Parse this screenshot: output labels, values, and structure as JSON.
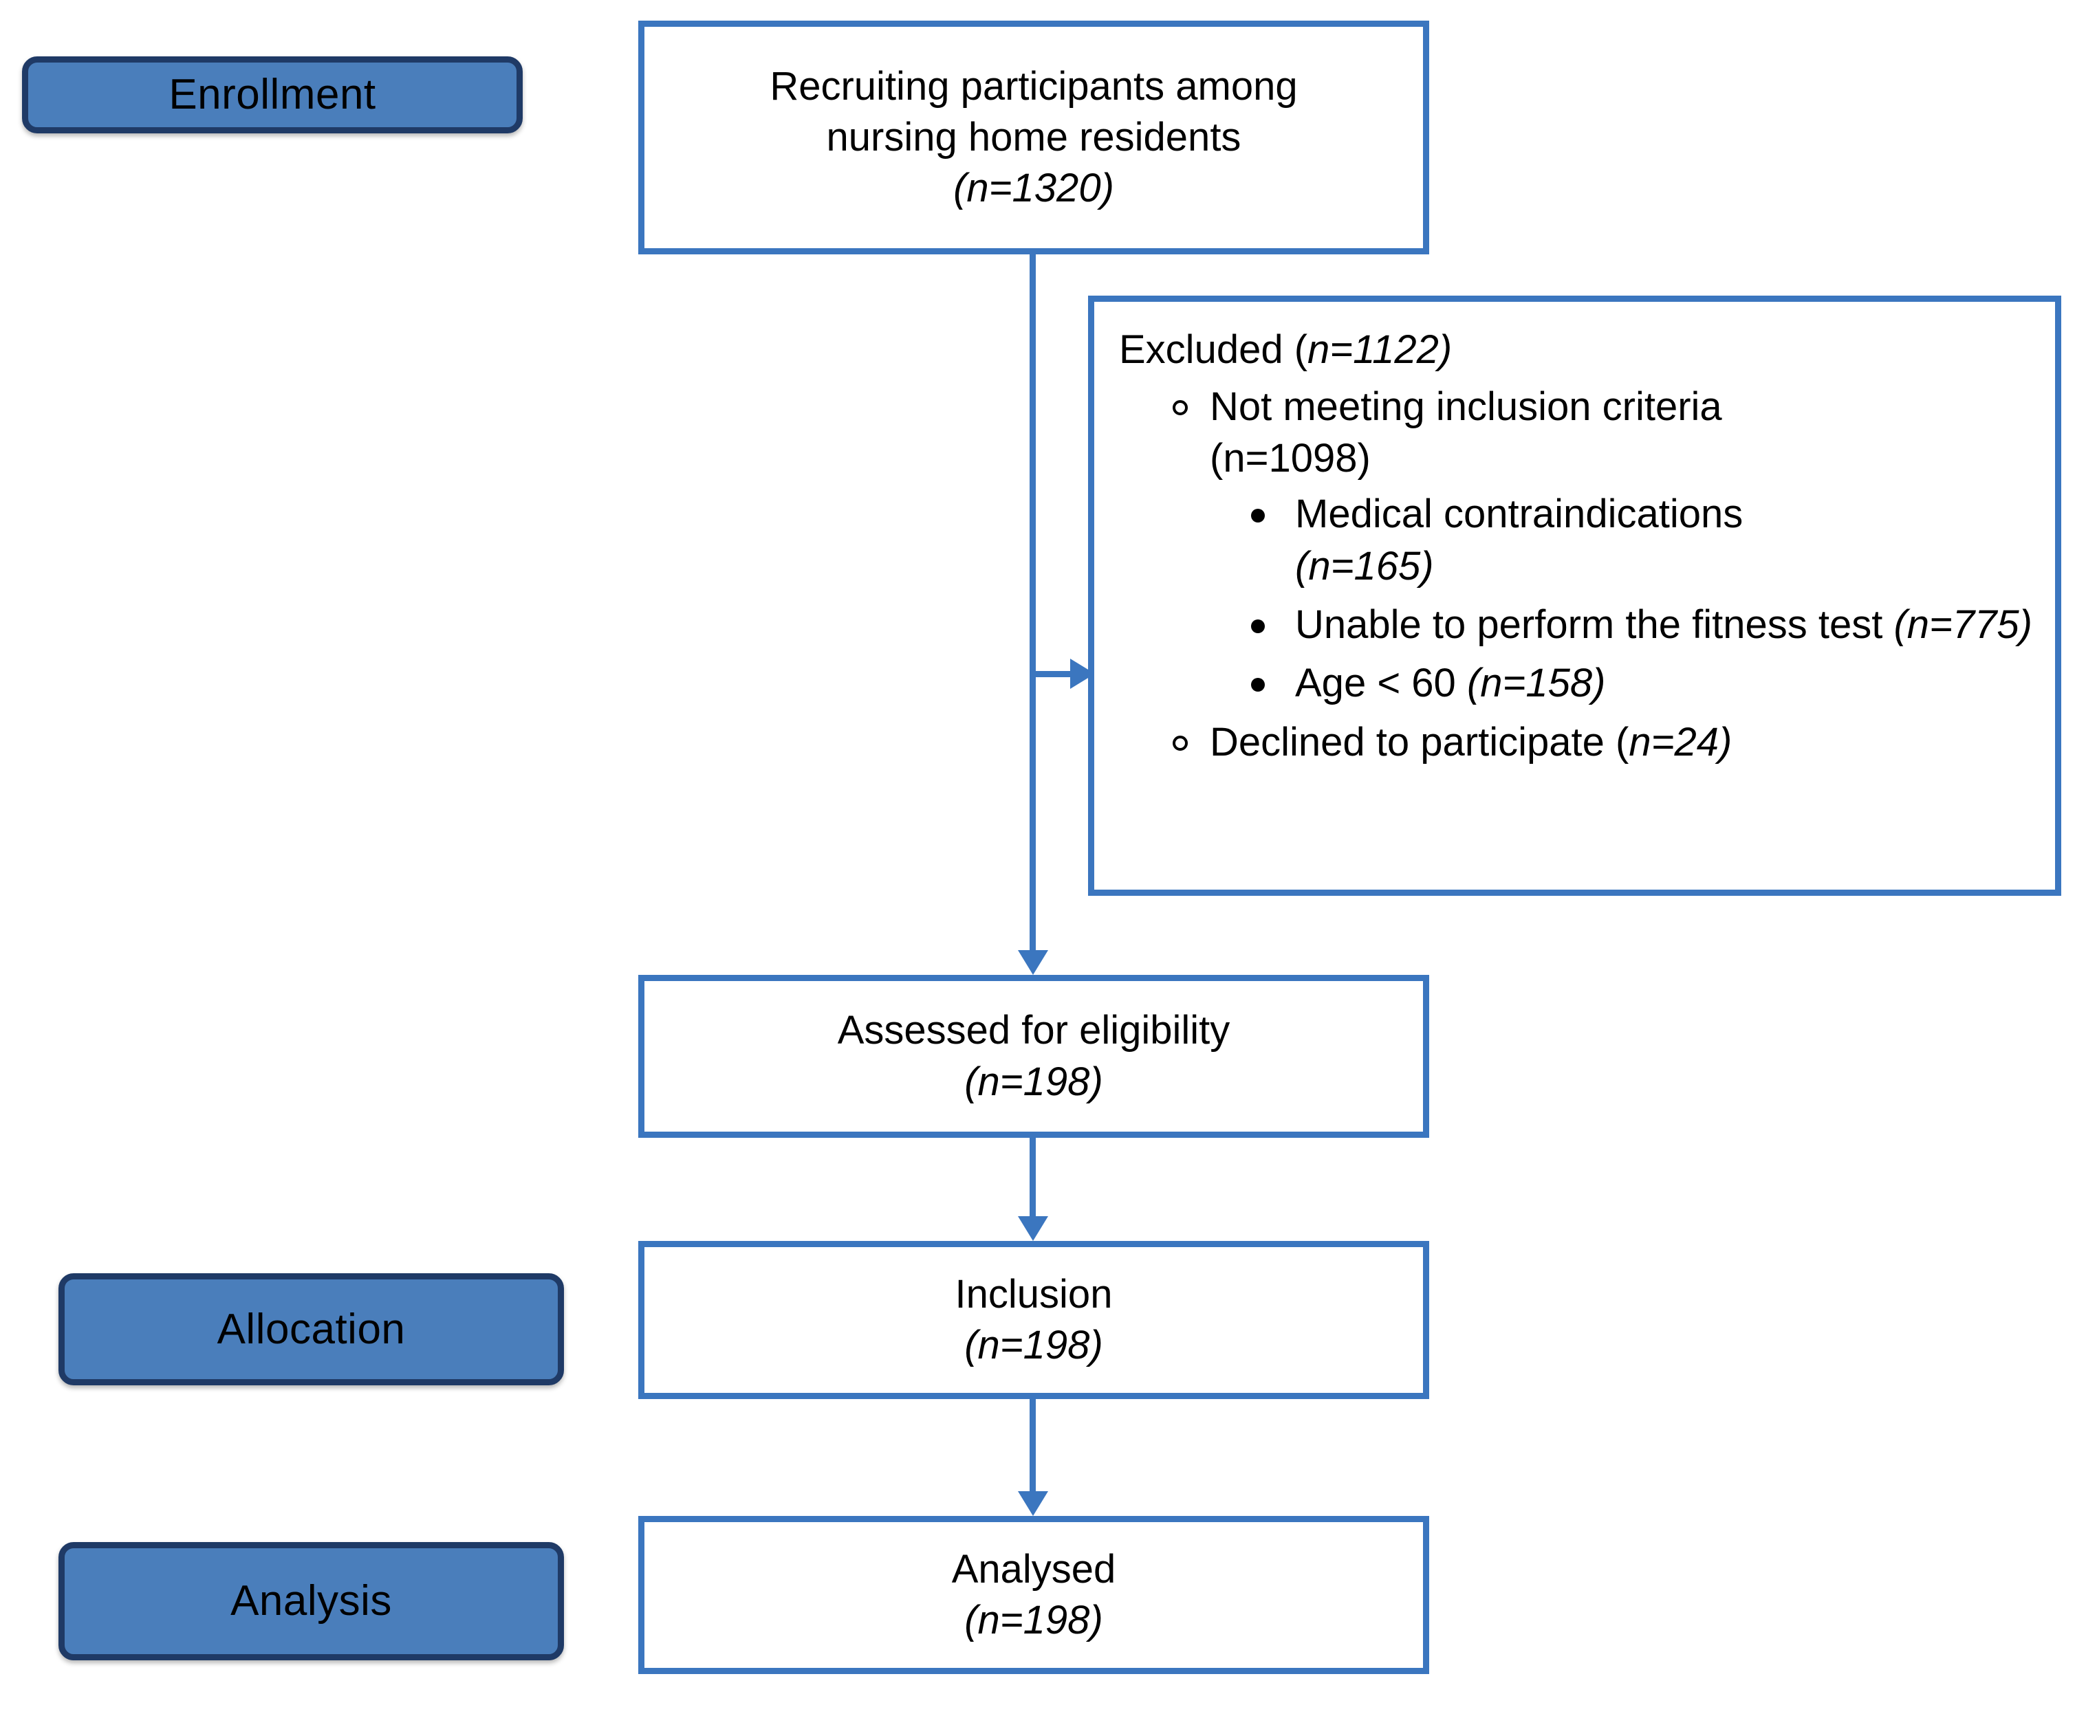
{
  "diagram": {
    "title": "CONSORT participant flow diagram",
    "accent_color": "#3b76bf",
    "pill_fill_color": "#4a7ebb",
    "pill_border_color": "#1f3a66"
  },
  "stages": [
    {
      "label": "Enrollment"
    },
    {
      "label": "Allocation"
    },
    {
      "label": "Analysis"
    }
  ],
  "boxes": {
    "recruiting": {
      "line1": "Recruiting participants among",
      "line2": "nursing home residents",
      "count_prefix": "(",
      "count_n": "n",
      "count_value": "=1320)"
    },
    "assessed": {
      "line1": "Assessed for eligibility",
      "count_prefix": "(",
      "count_n": "n",
      "count_value": "=198)"
    },
    "inclusion": {
      "line1": "Inclusion",
      "count_prefix": "(",
      "count_n": "n",
      "count_value": "=198)"
    },
    "analysed": {
      "line1": "Analysed",
      "count_prefix": "(",
      "count_n": "n",
      "count_value": "=198)"
    }
  },
  "excluded": {
    "heading_text": "Excluded (",
    "heading_n": "n",
    "heading_value": "=1122)",
    "items": [
      {
        "marker": "hollow-circle-bullet",
        "text_line1": "Not meeting inclusion criteria",
        "text_line2": "(n=1098)",
        "children": [
          {
            "marker": "solid-round-bullet",
            "text": "Medical contraindications",
            "count_prefix": "(",
            "count_n": "n",
            "count_value": "=165)"
          },
          {
            "marker": "solid-round-bullet",
            "text": "Unable to perform the fitness test ",
            "count_prefix": "(",
            "count_n": "n",
            "count_value": "=775)"
          },
          {
            "marker": "solid-round-bullet",
            "text": "Age < 60 ",
            "count_prefix": "(",
            "count_n": "n",
            "count_value": "=158)"
          }
        ]
      },
      {
        "marker": "hollow-circle-bullet",
        "text_line1": "Declined to participate (",
        "text_n": "n",
        "text_value": "=24)",
        "children": []
      }
    ]
  },
  "chart_data": {
    "type": "diagram",
    "title": "CONSORT flow of participants",
    "nodes": [
      {
        "id": "recruiting",
        "label": "Recruiting participants among nursing home residents",
        "n": 1320
      },
      {
        "id": "excluded",
        "label": "Excluded",
        "n": 1122
      },
      {
        "id": "not_meeting",
        "label": "Not meeting inclusion criteria",
        "n": 1098
      },
      {
        "id": "medical",
        "label": "Medical contraindications",
        "n": 165
      },
      {
        "id": "fitness",
        "label": "Unable to perform the fitness test",
        "n": 775
      },
      {
        "id": "age",
        "label": "Age < 60",
        "n": 158
      },
      {
        "id": "declined",
        "label": "Declined to participate",
        "n": 24
      },
      {
        "id": "assessed",
        "label": "Assessed for eligibility",
        "n": 198
      },
      {
        "id": "inclusion",
        "label": "Inclusion",
        "n": 198
      },
      {
        "id": "analysed",
        "label": "Analysed",
        "n": 198
      }
    ],
    "edges": [
      {
        "from": "recruiting",
        "to": "excluded"
      },
      {
        "from": "recruiting",
        "to": "assessed"
      },
      {
        "from": "assessed",
        "to": "inclusion"
      },
      {
        "from": "inclusion",
        "to": "analysed"
      }
    ],
    "stages": [
      "Enrollment",
      "Allocation",
      "Analysis"
    ]
  }
}
